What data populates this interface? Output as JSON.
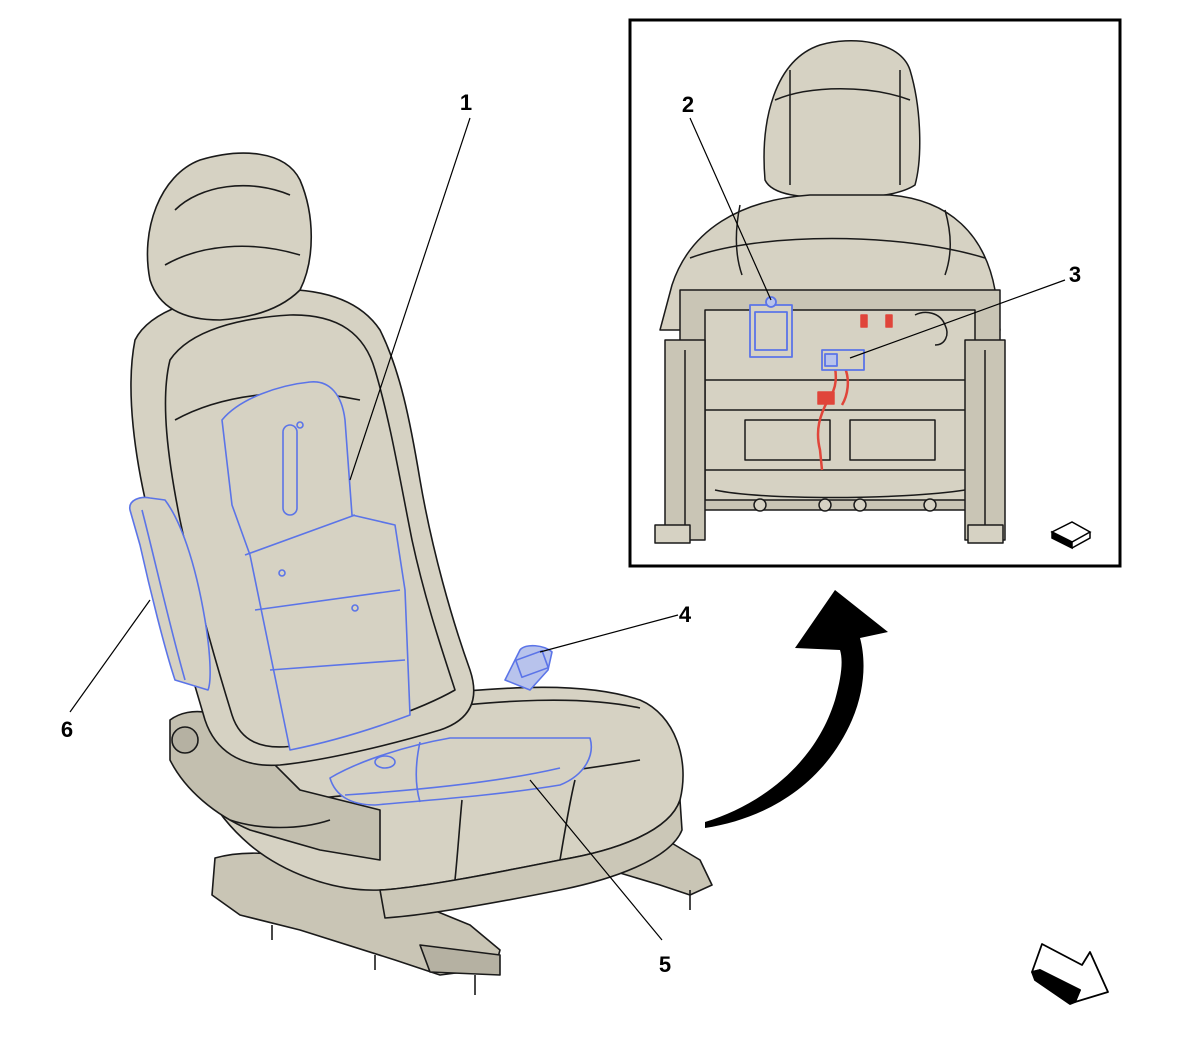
{
  "callouts": [
    {
      "id": "1",
      "text": "1"
    },
    {
      "id": "2",
      "text": "2"
    },
    {
      "id": "3",
      "text": "3"
    },
    {
      "id": "4",
      "text": "4"
    },
    {
      "id": "5",
      "text": "5"
    },
    {
      "id": "6",
      "text": "6"
    }
  ],
  "colors": {
    "seat_fill": "#d6d2c3",
    "seat_shadow": "#bfbaa9",
    "outline": "#1a1a1a",
    "highlight": "#5b74e8",
    "highlight_fill": "#b8c3ec",
    "wire_red": "#e0453a",
    "frame_fill": "#c9c5b5",
    "arrow": "#000000"
  },
  "icons": {
    "view_arrow": "curved-arrow-icon",
    "front_direction": "front-direction-arrow-icon",
    "view_orientation": "view-orientation-icon"
  }
}
